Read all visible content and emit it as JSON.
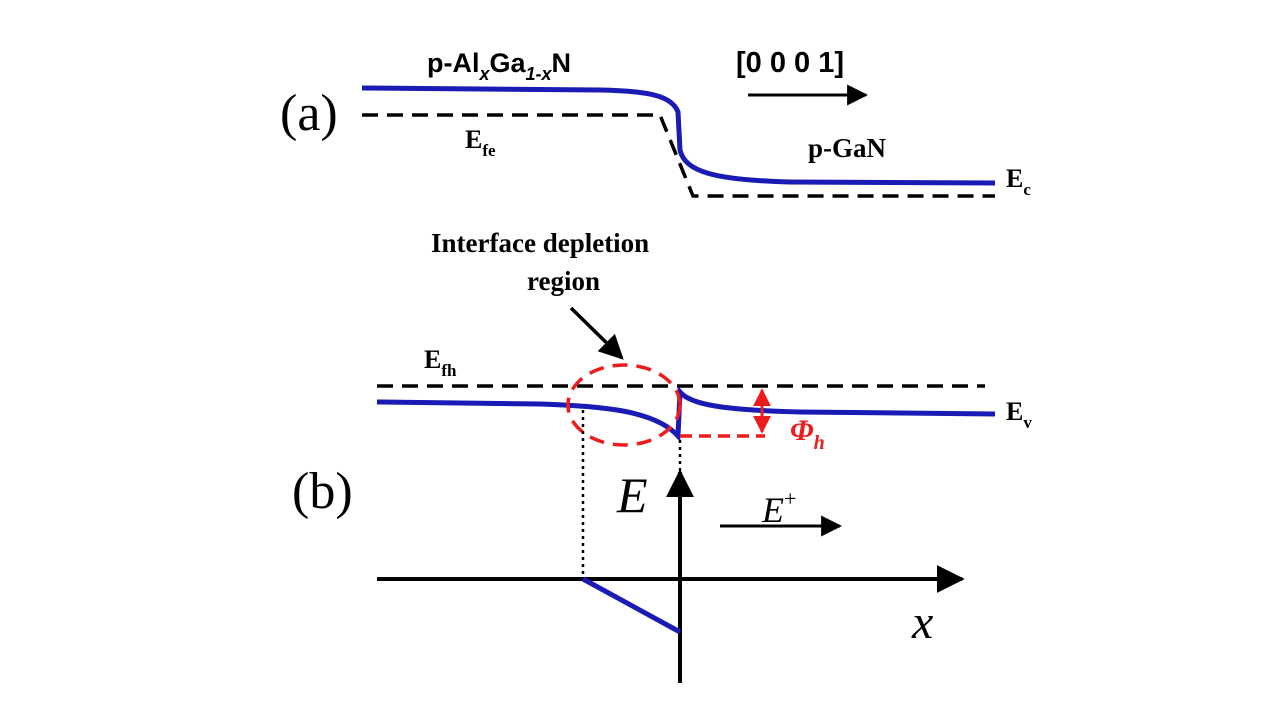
{
  "panel_a": {
    "label": "(a)",
    "material_left": {
      "prefix": "p-Al",
      "sub_x": "x",
      "mid": "Ga",
      "sub_1x": "1-x",
      "suffix": "N"
    },
    "direction": "[0 0 0 1]",
    "fermi_label": {
      "main": "E",
      "sub": "fe"
    },
    "material_right": "p-GaN",
    "band_label": {
      "main": "E",
      "sub": "c"
    }
  },
  "panel_b": {
    "label": "(b)",
    "depletion_label_line1": "Interface depletion",
    "depletion_label_line2": "region",
    "fermi_label": {
      "main": "E",
      "sub": "fh"
    },
    "band_label": {
      "main": "E",
      "sub": "v"
    },
    "barrier_label": {
      "main": "Φ",
      "sub": "h"
    },
    "field_axis_label": "E",
    "field_direction": {
      "main": "E",
      "sup": "+"
    },
    "x_axis_label": "x"
  },
  "colors": {
    "band": "#1a1ab4",
    "dashed": "#000000",
    "highlight": "#ee1c1c",
    "text": "#000000"
  }
}
